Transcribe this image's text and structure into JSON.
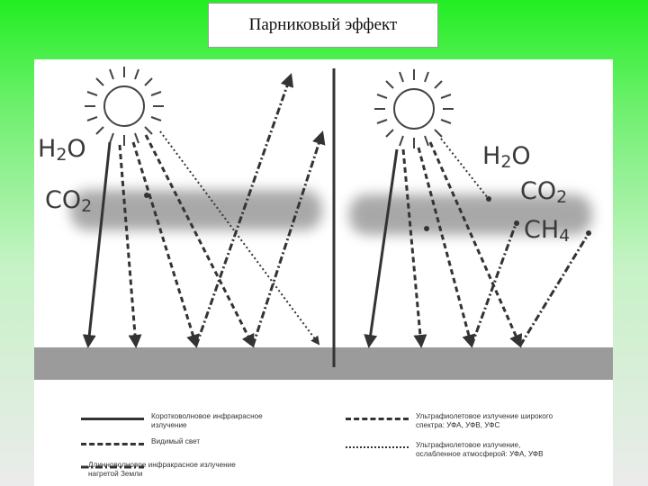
{
  "title": "Парниковый эффект",
  "left_molecules": [
    {
      "base": "H",
      "sub": "2",
      "tail": "O"
    },
    {
      "base": "CO",
      "sub": "2",
      "tail": ""
    }
  ],
  "right_molecules": [
    {
      "base": "H",
      "sub": "2",
      "tail": "O"
    },
    {
      "base": "CO",
      "sub": "2",
      "tail": ""
    },
    {
      "base": "CH",
      "sub": "4",
      "tail": ""
    }
  ],
  "legend": [
    {
      "style": "solid",
      "text": "Коротковолновое инфракрасное излучение"
    },
    {
      "style": "dashed",
      "text": "Видимый свет"
    },
    {
      "style": "dashdot",
      "text": "Длинноволновое инфракрасное излучение нагретой Земли"
    },
    {
      "style": "dashed",
      "text": "Ультрафиолетовое излучение широкого спектра: УФА, УФВ, УФС"
    },
    {
      "style": "dotted",
      "text": "Ультрафиолетовое излучение, ослабленное атмосферой: УФА, УФВ"
    }
  ]
}
